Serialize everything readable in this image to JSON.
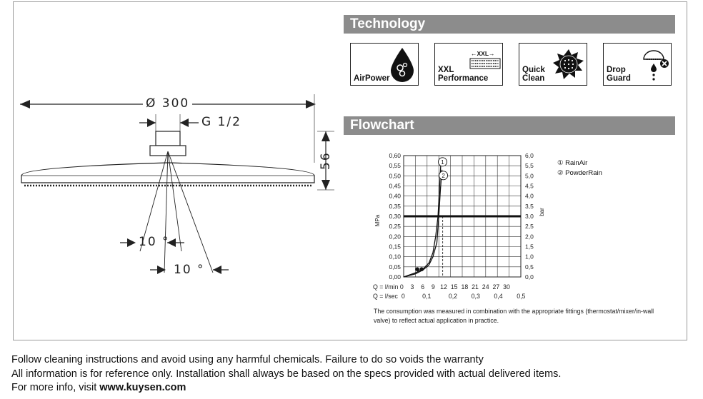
{
  "technology": {
    "title": "Technology",
    "features": [
      {
        "label": "AirPower",
        "icon": "air-bubbles-drop-icon"
      },
      {
        "label": "XXL\nPerformance",
        "badge": "←XXL→",
        "icon": "wide-spray-plate-icon"
      },
      {
        "label": "Quick\nClean",
        "icon": "spray-nozzle-clean-icon"
      },
      {
        "label": "Drop\nGuard",
        "icon": "shower-drip-stop-icon"
      }
    ]
  },
  "flowchart": {
    "title": "Flowchart",
    "legend": [
      "① RainAir",
      "② PowderRain"
    ],
    "q_lmin_row": "Q = l/min 0    3    6    9   12  15  18  21  24  27  30",
    "q_lsec_row": "Q = l/sec  0          0,1          0,2        0,3        0,4        0,5",
    "note": "The consumption was measured in combination with the appropriate fittings (thermostat/mixer/in-wall valve) to reflect actual application in practice."
  },
  "drawing": {
    "diameter": "Ø 300",
    "thread": "G 1/2",
    "height": "56",
    "angle_1": "10 °",
    "angle_2": "10 °"
  },
  "chart_data": {
    "type": "line",
    "x_label": "Q = l/min",
    "x_ticks": [
      0,
      3,
      6,
      9,
      12,
      15,
      18,
      21,
      24,
      27,
      30
    ],
    "x_ticks_secondary_label": "Q = l/sec",
    "x_ticks_secondary": [
      "0",
      "0,1",
      "0,2",
      "0,3",
      "0,4",
      "0,5"
    ],
    "y_left_label": "MPa",
    "y_left_ticks": [
      "0,00",
      "0,05",
      "0,10",
      "0,15",
      "0,20",
      "0,25",
      "0,30",
      "0,35",
      "0,40",
      "0,45",
      "0,50",
      "0,55",
      "0,60"
    ],
    "y_right_label": "bar",
    "y_right_ticks": [
      "0,0",
      "0,5",
      "1,0",
      "1,5",
      "2,0",
      "2,5",
      "3,0",
      "3,5",
      "4,0",
      "4,5",
      "5,0",
      "5,5",
      "6,0"
    ],
    "xlim": [
      0,
      30
    ],
    "ylim": [
      0,
      0.6
    ],
    "reference_line_y": 0.3,
    "reference_dashed_x": 10,
    "series": [
      {
        "name": "1",
        "x": [
          0,
          3,
          5,
          6.5,
          7.5,
          8.2,
          8.8,
          9.2,
          9.6
        ],
        "y": [
          0,
          0.02,
          0.04,
          0.07,
          0.12,
          0.2,
          0.3,
          0.45,
          0.59
        ],
        "marker_at": [
          3.5,
          0.038
        ]
      },
      {
        "name": "2",
        "x": [
          0,
          3,
          5,
          6.5,
          7.5,
          8.5,
          9.0,
          9.4,
          9.8
        ],
        "y": [
          0,
          0.015,
          0.035,
          0.06,
          0.1,
          0.17,
          0.3,
          0.43,
          0.53
        ],
        "marker_at": [
          4.6,
          0.038
        ]
      }
    ]
  }
}
